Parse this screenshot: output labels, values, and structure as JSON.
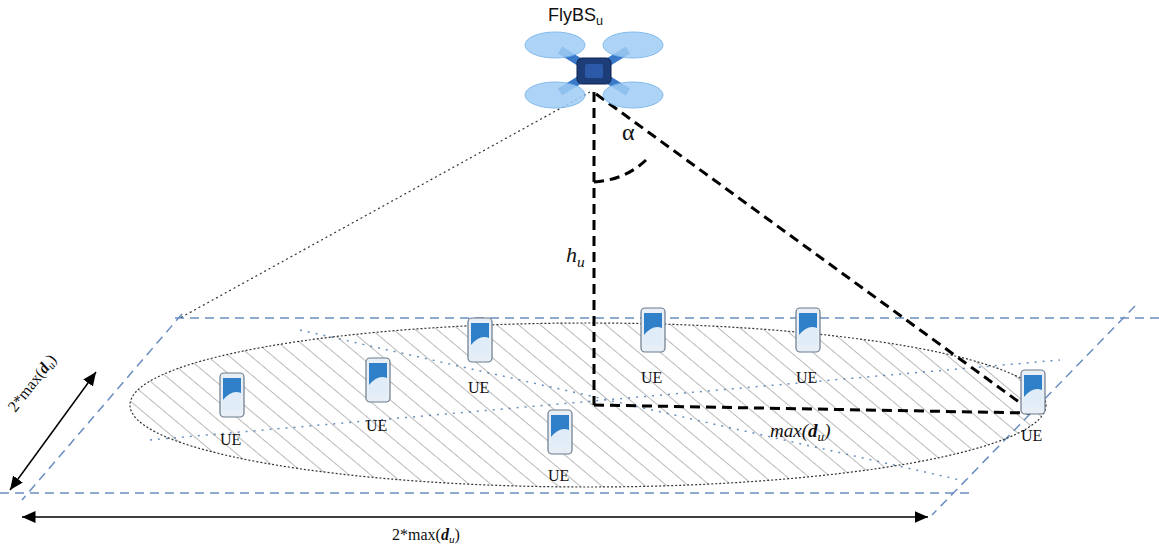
{
  "diagram": {
    "labels": [
      "FlyBS",
      "u",
      "α",
      "h",
      "u",
      "UE",
      "UE",
      "UE",
      "UE",
      "UE",
      "UE",
      "UE",
      "max(",
      "d",
      "u",
      ")",
      "2*max(",
      "d",
      "u",
      ")",
      "2*max(",
      "d",
      "u",
      ")"
    ]
  }
}
